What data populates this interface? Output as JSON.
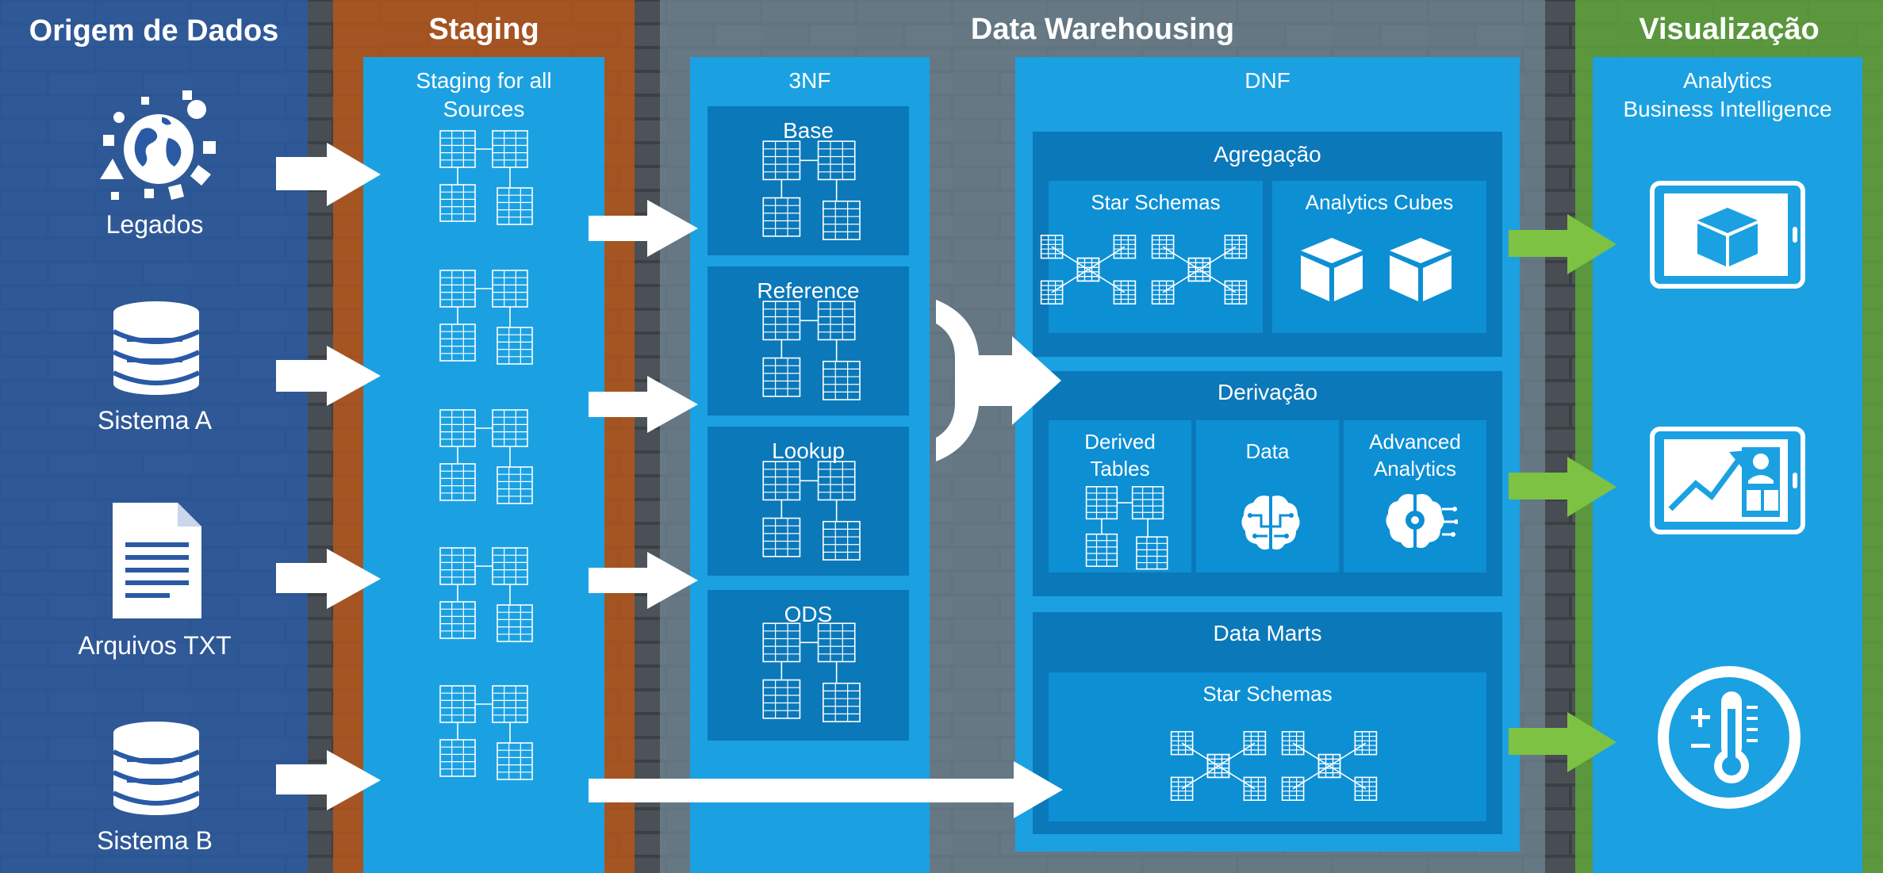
{
  "columns": {
    "sources": {
      "title": "Origem de Dados",
      "color": "#2a5aa5"
    },
    "staging": {
      "title": "Staging",
      "color": "#b5561a"
    },
    "warehouse": {
      "title": "Data Warehousing",
      "color": "#6f8694"
    },
    "visualization": {
      "title": "Visualização",
      "color": "#5da33a"
    }
  },
  "sources": {
    "legacy": "Legados",
    "system_a": "Sistema A",
    "txt_files": "Arquivos TXT",
    "system_b": "Sistema B"
  },
  "staging_panel": {
    "title": "Staging for all\nSources"
  },
  "nf3": {
    "title": "3NF",
    "boxes": [
      "Base",
      "Reference",
      "Lookup",
      "ODS"
    ]
  },
  "dnf": {
    "title": "DNF",
    "aggregation": {
      "title": "Agregação",
      "star_schemas": "Star Schemas",
      "analytics_cubes": "Analytics Cubes"
    },
    "derivation": {
      "title": "Derivação",
      "derived_tables": "Derived\nTables",
      "data": "Data",
      "advanced_analytics": "Advanced\nAnalytics"
    },
    "data_marts": {
      "title": "Data Marts",
      "star_schemas": "Star Schemas"
    }
  },
  "visual_panel": {
    "title": "Analytics\nBusiness Intelligence"
  },
  "colors": {
    "panel": "#1ba1e2",
    "box": "#0a78b9",
    "inner": "#0d8fd4",
    "green_arrow": "#7dc242"
  }
}
